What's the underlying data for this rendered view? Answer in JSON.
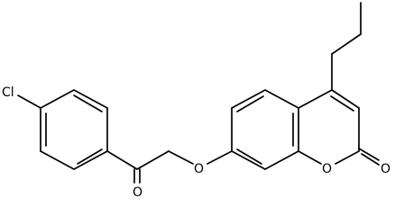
{
  "molecule": {
    "atoms": {
      "chlorine": "Cl",
      "ketone_oxygen": "O",
      "ether_oxygen": "O",
      "ring_oxygen": "O",
      "lactone_oxygen": "O"
    },
    "colors": {
      "bond": "#000000",
      "label": "#000000",
      "background": "#ffffff"
    }
  }
}
